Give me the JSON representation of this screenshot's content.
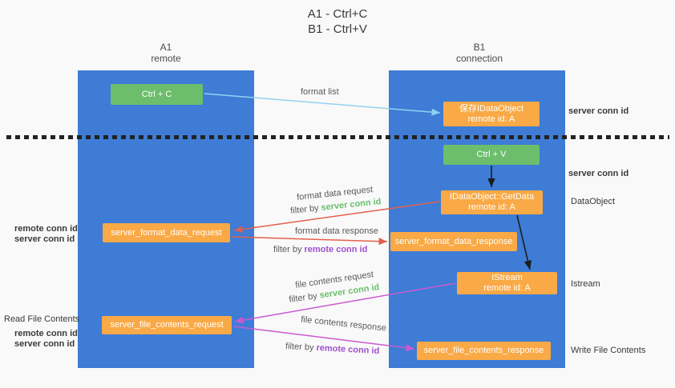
{
  "title": {
    "line1": "A1 - Ctrl+C",
    "line2": "B1 - Ctrl+V"
  },
  "lanes": {
    "left": {
      "name": "A1",
      "subtitle": "remote"
    },
    "right": {
      "name": "B1",
      "subtitle": "connection"
    }
  },
  "nodes": {
    "ctrl_c": {
      "label": "Ctrl + C"
    },
    "save_dataobject": {
      "line1": "保存IDataObject",
      "line2": "remote id: A"
    },
    "ctrl_v": {
      "label": "Ctrl + V"
    },
    "getdata": {
      "line1": "IDataObject::GetData",
      "line2": "remote id: A"
    },
    "format_request": {
      "label": "server_format_data_request"
    },
    "format_response": {
      "label": "server_format_data_response"
    },
    "istream": {
      "line1": "IStream",
      "line2": "remote id: A"
    },
    "file_request": {
      "label": "server_file_contents_request"
    },
    "file_response": {
      "label": "server_file_contents_response"
    }
  },
  "edge_labels": {
    "format_list": "format list",
    "format_data_request": "format data request",
    "format_data_response": "format data response",
    "file_contents_request": "file contents request",
    "file_contents_response": "file contents response",
    "filter_by": "filter by",
    "server_conn_id": "server conn id",
    "remote_conn_id": "remote conn id"
  },
  "side_labels": {
    "server_conn_id_top": "server conn id",
    "server_conn_id_mid": "server conn id",
    "dataobject": "DataObject",
    "istream": "Istream",
    "write_file_contents": "Write File Contents",
    "read_file_contents": "Read File Contents",
    "remote_conn_id": "remote conn id",
    "server_conn_id": "server conn id"
  },
  "colors": {
    "lane_blue": "#3e7cd6",
    "node_green": "#6cbe6c",
    "node_orange": "#f9a946",
    "conn_id_green": "#6abf6e",
    "conn_id_purple": "#a050d0",
    "arrow_blue": "#90d2f0",
    "arrow_red": "#e4604d",
    "arrow_magenta": "#cb5ace",
    "arrow_black": "#1c1c1c"
  }
}
